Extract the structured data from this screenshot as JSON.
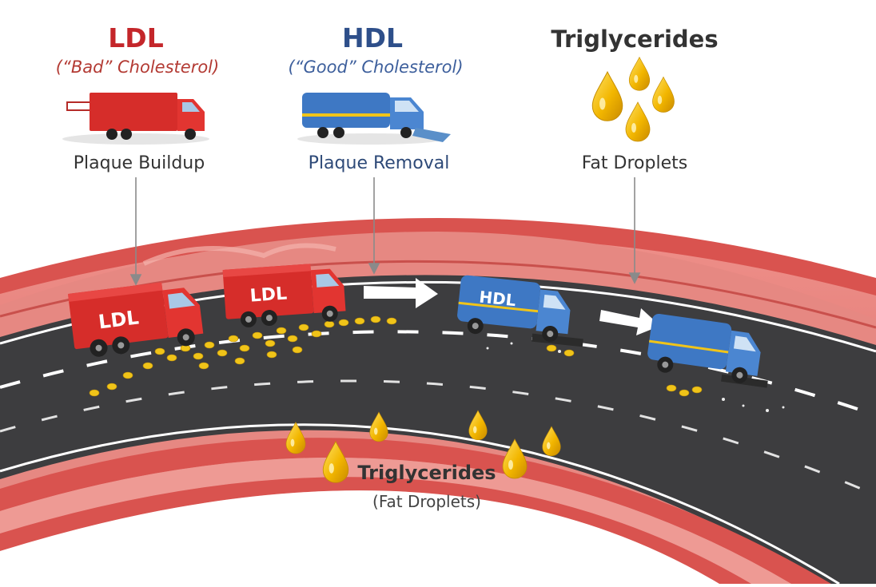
{
  "ldl": {
    "title": "LDL",
    "subtitle": "(“Bad” Cholesterol)",
    "caption": "Plaque Buildup",
    "truck_label": "LDL",
    "color": "#d62d2a"
  },
  "hdl": {
    "title": "HDL",
    "subtitle": "(“Good” Cholesterol)",
    "caption": "Plaque Removal",
    "truck_label": "HDL",
    "color": "#3e78c4"
  },
  "triglycerides": {
    "title": "Triglycerides",
    "caption": "Fat Droplets",
    "bottom_title": "Triglycerides",
    "bottom_subtitle": "(Fat Droplets)",
    "color": "#f2b600"
  },
  "artery": {
    "wall_color": "#e07a76",
    "road_color": "#3d3d3f"
  }
}
